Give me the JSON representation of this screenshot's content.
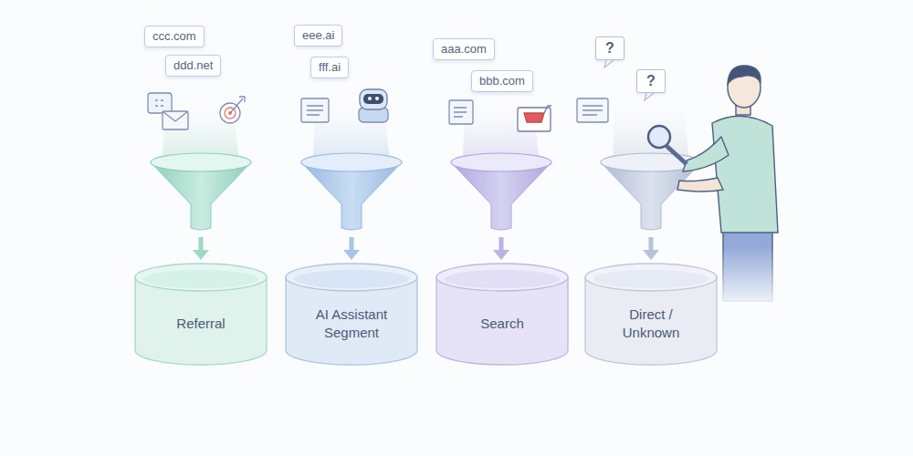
{
  "diagram": {
    "nodes": [
      {
        "text": [
          "ccc.com"
        ]
      },
      {
        "text": [
          "ddd.net"
        ]
      },
      {
        "text": [
          "eee.ai"
        ]
      },
      {
        "text": [
          "fff.ai"
        ]
      },
      {
        "text": [
          "aaa.com"
        ]
      },
      {
        "text": [
          "bbb.com"
        ]
      },
      {
        "text": [
          "?"
        ]
      },
      {
        "text": [
          "?"
        ]
      },
      {
        "text": [
          "Referral"
        ]
      },
      {
        "text": [
          "AI Assistant Segment"
        ]
      },
      {
        "text": [
          "Search"
        ]
      },
      {
        "text": [
          "Direct / Unknown"
        ]
      }
    ]
  }
}
